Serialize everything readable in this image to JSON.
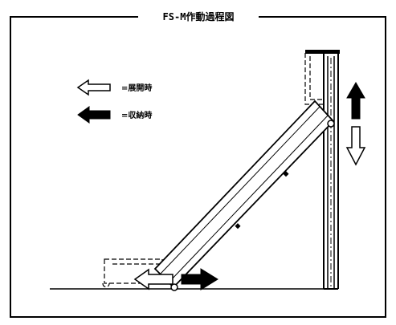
{
  "title": "FS-M作動過程図",
  "legend": {
    "deploy_label": "=展開時",
    "retract_label": "=収納時"
  },
  "icons": {
    "deploy": "hollow-arrow-icon",
    "retract": "solid-arrow-icon"
  },
  "colors": {
    "line": "#000000",
    "background": "#ffffff"
  }
}
